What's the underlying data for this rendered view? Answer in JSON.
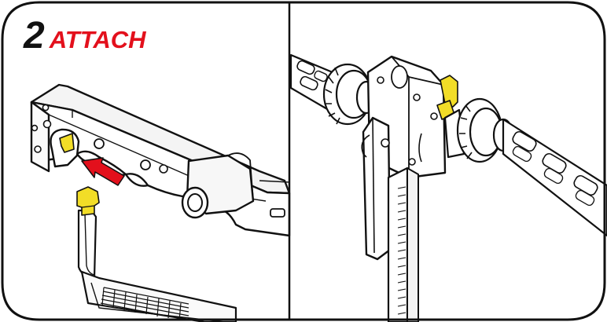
{
  "step": {
    "number": "2",
    "title": "ATTACH"
  },
  "colors": {
    "title_red": "#e3101c",
    "arrow_red": "#e3101c",
    "clip_yellow": "#f2dd27",
    "outline": "#111111",
    "background": "#ffffff"
  },
  "panels": [
    {
      "id": "left",
      "content": "arm-bracket-with-attachment-clip"
    },
    {
      "id": "right",
      "content": "clamp-assembly-on-rod-with-installed-clip"
    }
  ]
}
